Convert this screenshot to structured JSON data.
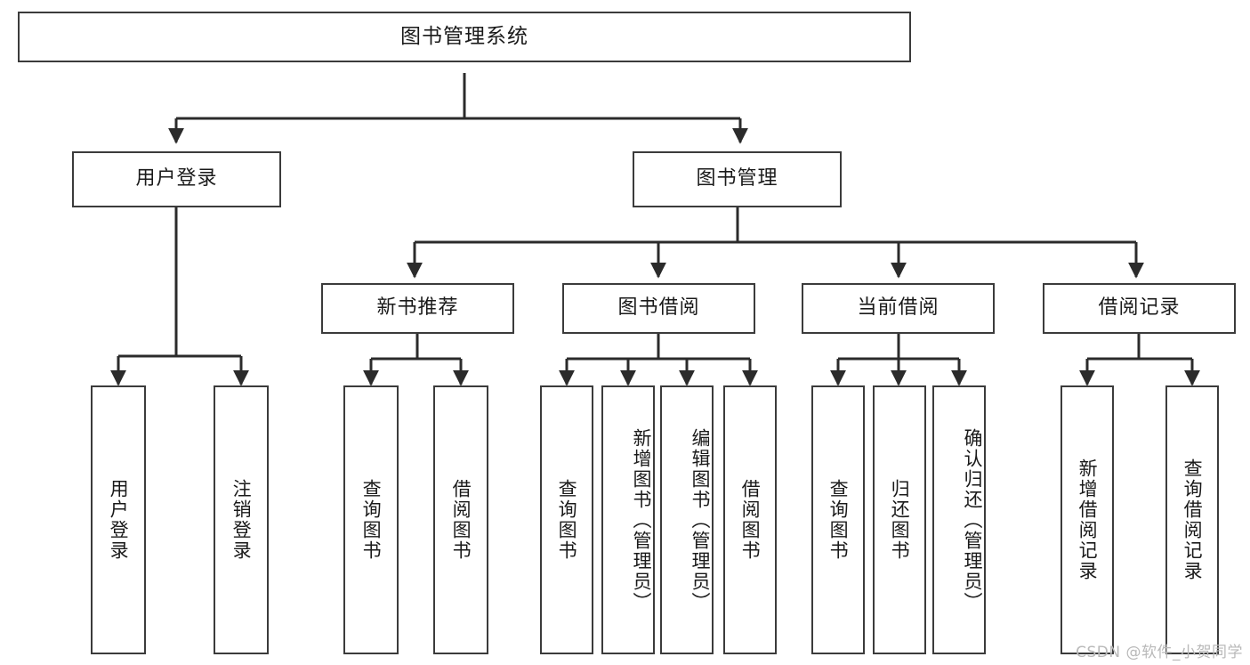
{
  "diagram": {
    "title": "图书管理系统",
    "type": "tree-structure-chart",
    "root": {
      "id": "root",
      "label": "图书管理系统"
    },
    "level2": [
      {
        "id": "user-login",
        "label": "用户登录"
      },
      {
        "id": "book-manage",
        "label": "图书管理"
      }
    ],
    "level3": [
      {
        "id": "new-book-rec",
        "label": "新书推荐",
        "parent": "book-manage"
      },
      {
        "id": "book-borrow",
        "label": "图书借阅",
        "parent": "book-manage"
      },
      {
        "id": "current-borrow",
        "label": "当前借阅",
        "parent": "book-manage"
      },
      {
        "id": "borrow-record",
        "label": "借阅记录",
        "parent": "book-manage"
      }
    ],
    "leaves": [
      {
        "id": "leaf-user-login",
        "label": "用户登录",
        "parent": "user-login"
      },
      {
        "id": "leaf-logout",
        "label": "注销登录",
        "parent": "user-login"
      },
      {
        "id": "leaf-query-book-1",
        "label": "查询图书",
        "parent": "new-book-rec"
      },
      {
        "id": "leaf-borrow-book-1",
        "label": "借阅图书",
        "parent": "new-book-rec"
      },
      {
        "id": "leaf-query-book-2",
        "label": "查询图书",
        "parent": "book-borrow"
      },
      {
        "id": "leaf-add-book",
        "label": "新增图书（管理员）",
        "parent": "book-borrow"
      },
      {
        "id": "leaf-edit-book",
        "label": "编辑图书（管理员）",
        "parent": "book-borrow"
      },
      {
        "id": "leaf-borrow-book-2",
        "label": "借阅图书",
        "parent": "book-borrow"
      },
      {
        "id": "leaf-query-book-3",
        "label": "查询图书",
        "parent": "current-borrow"
      },
      {
        "id": "leaf-return-book",
        "label": "归还图书",
        "parent": "current-borrow"
      },
      {
        "id": "leaf-confirm-return",
        "label": "确认归还（管理员）",
        "parent": "current-borrow"
      },
      {
        "id": "leaf-add-record",
        "label": "新增借阅记录",
        "parent": "borrow-record"
      },
      {
        "id": "leaf-query-record",
        "label": "查询借阅记录",
        "parent": "borrow-record"
      }
    ],
    "colors": {
      "box_border": "#3b3b3b",
      "box_fill": "#ffffff",
      "edge": "#2b2b2b",
      "text": "#1a1a1a",
      "watermark": "#b9b9b9"
    }
  },
  "watermark": {
    "text": "CSDN @软件_小贺同学"
  }
}
